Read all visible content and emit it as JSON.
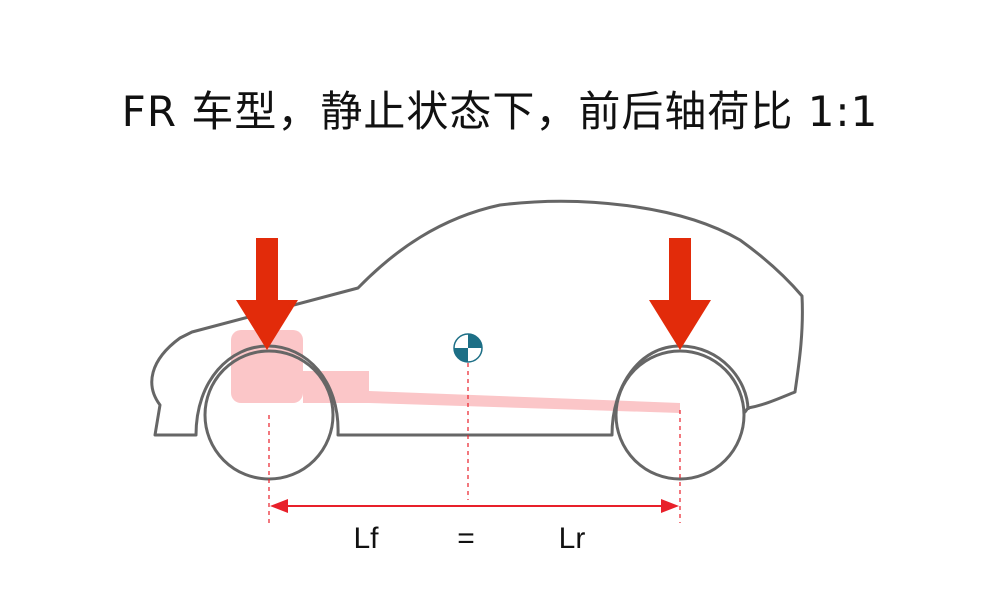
{
  "title": "FR 车型，静止状态下，前后轴荷比 1:1",
  "labels": {
    "front_length": "Lf",
    "equals": "=",
    "rear_length": "Lr"
  },
  "colors": {
    "load_arrow": "#e22b0a",
    "dimension_line": "#e8202a",
    "body_outline": "#666666",
    "engine_shading": "#fbc6c8",
    "cog_marker": "#1d6f86"
  },
  "icons": {
    "load_arrow": "down-arrow",
    "center_of_gravity": "center-of-gravity-marker"
  }
}
